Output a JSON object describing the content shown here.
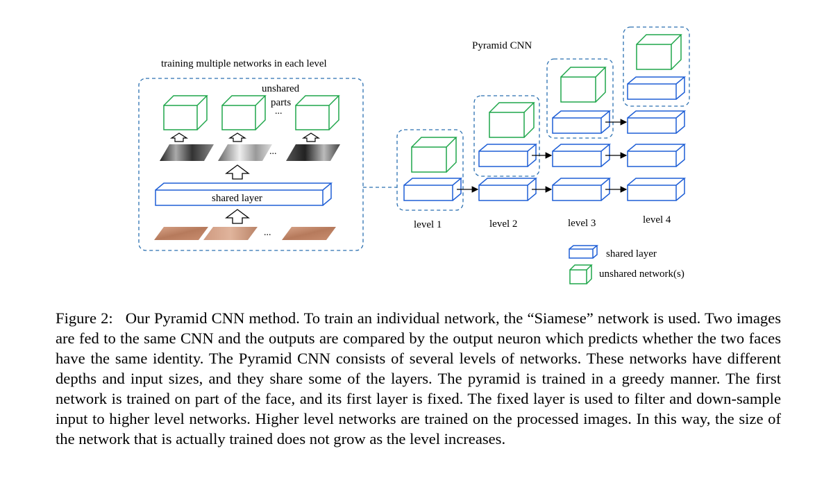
{
  "figure": {
    "left_panel": {
      "title": "training multiple networks in each level",
      "unshared_label": "unshared",
      "parts_label": "parts",
      "ellipsis": "...",
      "shared_layer_label": "shared layer"
    },
    "pyramid": {
      "title": "Pyramid CNN",
      "levels": [
        "level 1",
        "level 2",
        "level 3",
        "level 4"
      ]
    },
    "legend": {
      "shared": "shared layer",
      "unshared": "unshared network(s)"
    },
    "colors": {
      "blue": "#1f5fd6",
      "green": "#1fa64a",
      "dashed_border": "#2a6fb0"
    }
  },
  "caption": {
    "label": "Figure 2:",
    "text": "Our Pyramid CNN method. To train an individual network, the “Siamese” network is used. Two images are fed to the same CNN and the outputs are compared by the output neuron which predicts whether the two faces have the same identity. The Pyramid CNN consists of several levels of networks. These networks have different depths and input sizes, and they share some of the layers. The pyramid is trained in a greedy manner. The first network is trained on part of the face, and its first layer is fixed. The fixed layer is used to filter and down-sample input to higher level networks. Higher level networks are trained on the processed images. In this way, the size of the network that is actually trained does not grow as the level increases."
  }
}
